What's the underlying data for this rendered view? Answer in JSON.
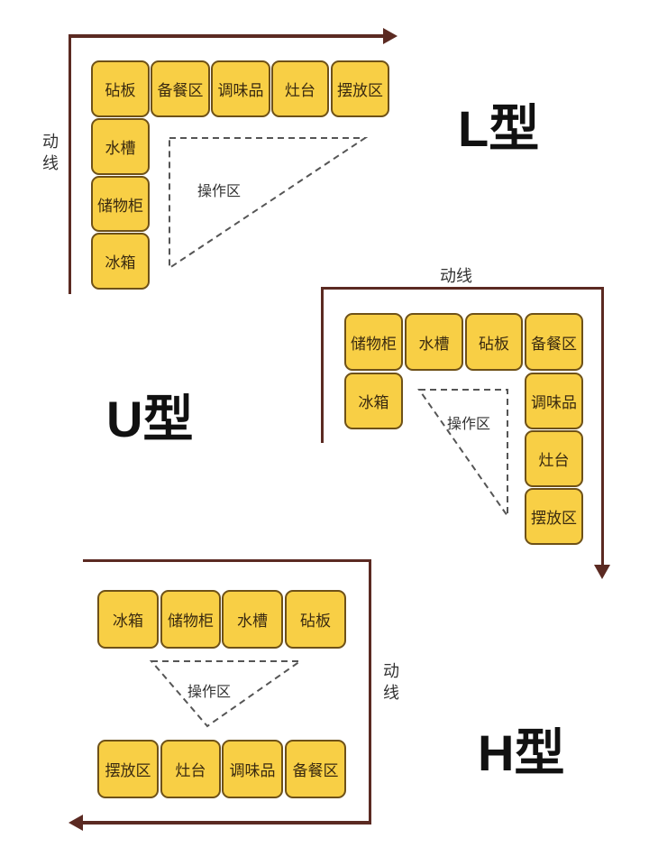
{
  "layouts": {
    "L": {
      "title": "L型",
      "flow_label": "动线",
      "work_area": "操作区",
      "boxes": [
        "砧板",
        "备餐区",
        "调味品",
        "灶台",
        "摆放区",
        "水槽",
        "储物柜",
        "冰箱"
      ]
    },
    "U": {
      "title": "U型",
      "flow_label": "动线",
      "work_area": "操作区",
      "boxes": [
        "储物柜",
        "水槽",
        "砧板",
        "备餐区",
        "冰箱",
        "调味品",
        "灶台",
        "摆放区"
      ]
    },
    "H": {
      "title": "H型",
      "flow_label": "动线",
      "work_area": "操作区",
      "boxes": [
        "冰箱",
        "储物柜",
        "水槽",
        "砧板",
        "摆放区",
        "灶台",
        "调味品",
        "备餐区"
      ]
    }
  },
  "colors": {
    "box": "#f8cf45",
    "box_border": "#6e5118",
    "line": "#5b2a22"
  }
}
